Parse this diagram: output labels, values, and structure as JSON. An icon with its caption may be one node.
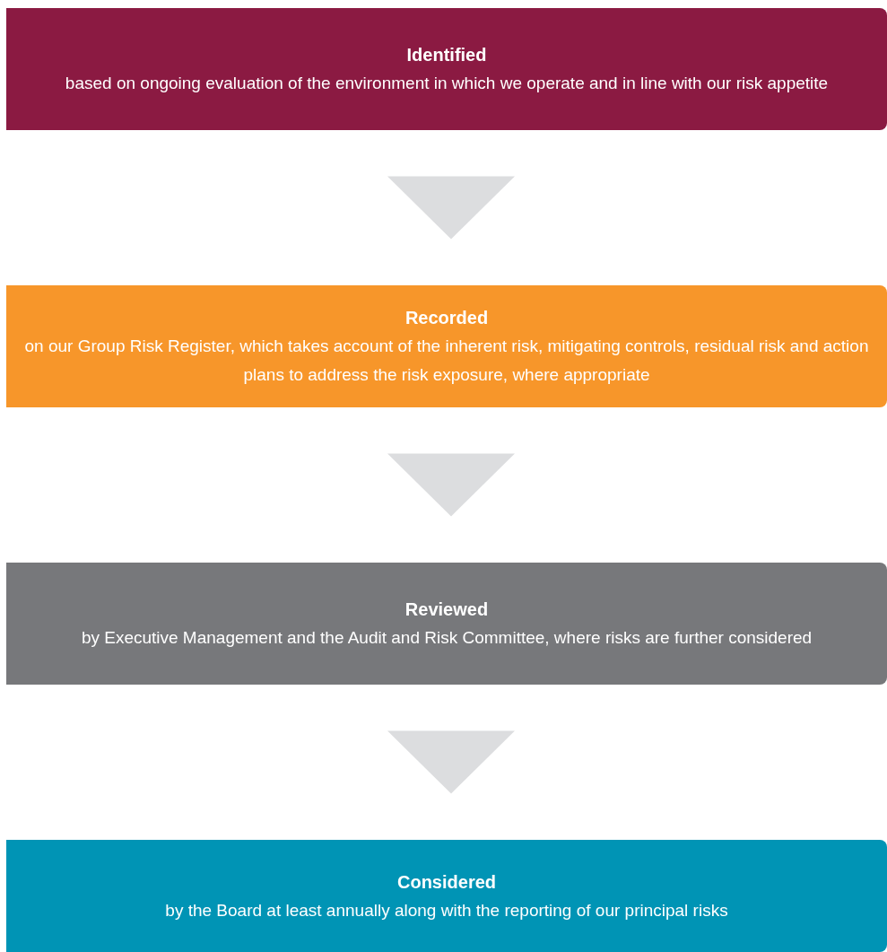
{
  "diagram": {
    "nodes": [
      {
        "text": [
          "Identified",
          "based on ongoing evaluation of the environment in which we operate and in line with our risk appetite"
        ]
      },
      {
        "text": [
          "Recorded",
          "on our Group Risk Register, which takes account of the inherent risk, mitigating controls, residual risk and action plans to address the risk exposure, where appropriate"
        ]
      },
      {
        "text": [
          "Reviewed",
          "by Executive Management and the Audit and Risk Committee, where risks are further considered"
        ]
      },
      {
        "text": [
          "Considered",
          "by the Board at least annually along with the reporting of our principal risks"
        ]
      }
    ],
    "edges": [
      {
        "from": 0,
        "to": 1,
        "arrow": "to"
      },
      {
        "from": 1,
        "to": 2,
        "arrow": "to"
      },
      {
        "from": 2,
        "to": 3,
        "arrow": "to"
      }
    ]
  }
}
